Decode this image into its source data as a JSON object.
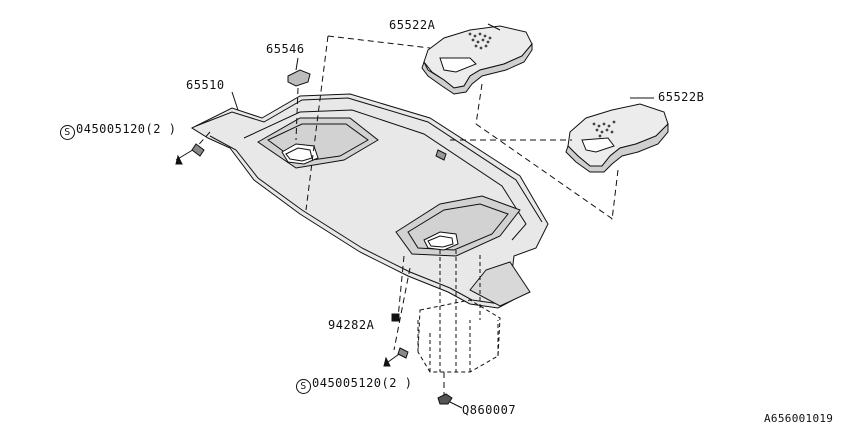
{
  "parts": {
    "p65522A": "65522A",
    "p65546": "65546",
    "p65510": "65510",
    "p65522B": "65522B",
    "screw_top": "045005120(2 )",
    "screw_top_mark": "S",
    "clip": "94282A",
    "screw_bottom": "045005120(2 )",
    "screw_bottom_mark": "S",
    "nut": "Q860007"
  },
  "figure_id": "A656001019",
  "colors": {
    "ink": "#111111",
    "panel_fill": "#e4e4e4",
    "panel_shadow": "#c8c8c8",
    "pad_dots": "#444444"
  }
}
